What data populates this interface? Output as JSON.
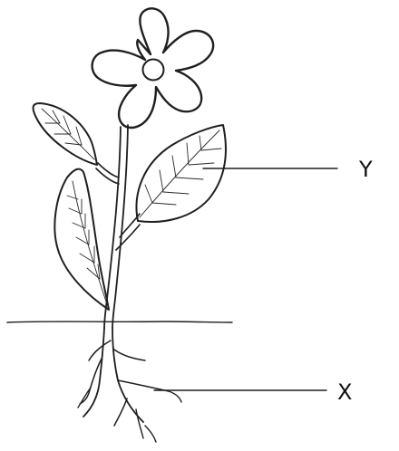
{
  "diagram": {
    "labels": [
      {
        "id": "leaf",
        "text": "Y"
      },
      {
        "id": "root",
        "text": "X"
      }
    ]
  }
}
